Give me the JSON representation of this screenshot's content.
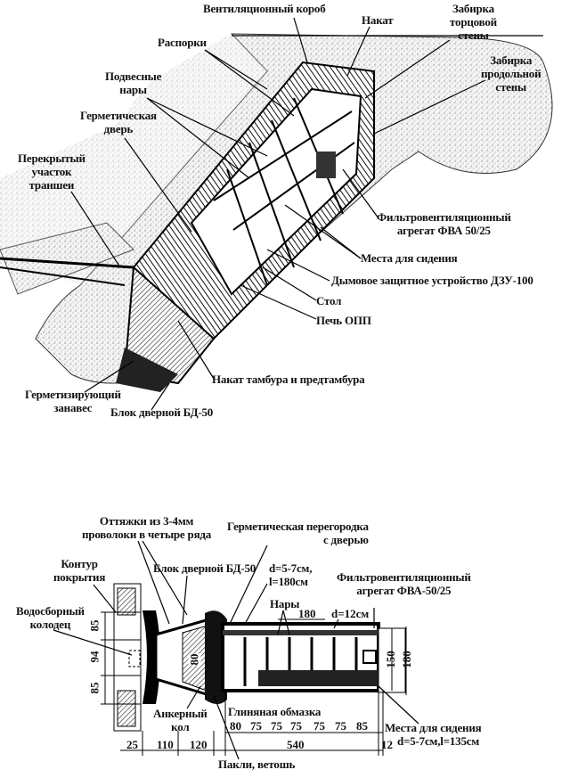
{
  "top_diagram": {
    "labels": {
      "ventilation_box": "Вентиляционный короб",
      "roof_logs": "Накат",
      "end_wall": [
        "Забирка",
        "торцовой",
        "стены"
      ],
      "struts": "Распорки",
      "side_wall": [
        "Забирка",
        "продольной",
        "стены"
      ],
      "hanging_bunks": [
        "Подвесные",
        "нары"
      ],
      "hermetic_door": [
        "Герметическая",
        "дверь"
      ],
      "covered_trench": [
        "Перекрытый",
        "участок",
        "траншеи"
      ],
      "filter_unit": [
        "Фильтровентиляционный",
        "агрегат ФВА 50/25"
      ],
      "seats": "Места для сидения",
      "smoke_device": "Дымовое защитное устройство ДЗУ-100",
      "table": "Стол",
      "stove": "Печь ОПП",
      "vestibule_roof": "Накат тамбура и предтамбура",
      "sealing_curtain": [
        "Герметизирующий",
        "занавес"
      ],
      "door_block": "Блок дверной БД-50"
    }
  },
  "bottom_diagram": {
    "labels": {
      "guy_wires": [
        "Оттяжки из 3-4мм",
        "проволоки в четыре ряда"
      ],
      "hermetic_partition": [
        "Герметическая перегородка",
        "с дверью"
      ],
      "door_block": "Блок дверной БД-50",
      "post_spec": [
        "d=5-7см,",
        "l=180см"
      ],
      "cover_outline": [
        "Контур",
        "покрытия"
      ],
      "filter_unit": [
        "Фильтровентиляционный",
        "агрегат ФВА-50/25"
      ],
      "sump": [
        "Водосборный",
        "колодец"
      ],
      "bunks": "Нары",
      "bunk_length": "180",
      "log_diameter": "d=12см",
      "anchor_stake": [
        "Анкерный",
        "кол"
      ],
      "clay_coating": "Глиняная обмазка",
      "seats": [
        "Места для сидения",
        "d=5-7см,l=135см"
      ],
      "tow_rags": "Пакли, ветошь"
    },
    "dimensions": {
      "bays": [
        "80",
        "75",
        "75",
        "75",
        "75",
        "75",
        "85"
      ],
      "total_length": "540",
      "entrance": [
        "25",
        "110",
        "120"
      ],
      "end_gap": "12",
      "left_vertical": [
        "85",
        "94",
        "85"
      ],
      "right_vertical": [
        "150",
        "180"
      ],
      "door_width": "80"
    }
  }
}
